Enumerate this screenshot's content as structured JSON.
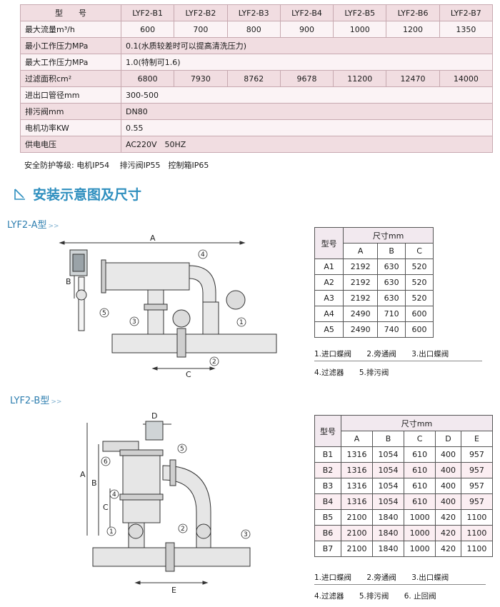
{
  "spec_table": {
    "header": {
      "label": "型　　号",
      "models": [
        "LYF2-B1",
        "LYF2-B2",
        "LYF2-B3",
        "LYF2-B4",
        "LYF2-B5",
        "LYF2-B6",
        "LYF2-B7"
      ]
    },
    "flow": {
      "label": "最大流量m³/h",
      "values": [
        "600",
        "700",
        "800",
        "900",
        "1000",
        "1200",
        "1350"
      ]
    },
    "min_pressure": {
      "label": "最小工作压力MPa",
      "value": "0.1(水质较差时可以提高清洗压力)"
    },
    "max_pressure": {
      "label": "最大工作压力MPa",
      "value": "1.0(特制可1.6)"
    },
    "area": {
      "label": "过滤面积cm²",
      "values": [
        "6800",
        "7930",
        "8762",
        "9678",
        "11200",
        "12470",
        "14000"
      ]
    },
    "pipe": {
      "label": "进出口管径mm",
      "value": "300-500"
    },
    "drain": {
      "label": "排污阀mm",
      "value": "DN80"
    },
    "motor": {
      "label": "电机功率KW",
      "value": "0.55"
    },
    "power": {
      "label": "供电电压",
      "value": "AC220V　50HZ"
    }
  },
  "safety_note": "安全防护等级: 电机IP54　 排污阀IP55　控制箱IP65",
  "section_title": "安装示意图及尺寸",
  "model_a": {
    "label": "LYF2-A型",
    "table_header": {
      "model": "型号",
      "size": "尺寸mm",
      "cols": [
        "A",
        "B",
        "C"
      ]
    },
    "rows": [
      {
        "model": "A1",
        "vals": [
          "2192",
          "630",
          "520"
        ]
      },
      {
        "model": "A2",
        "vals": [
          "2192",
          "630",
          "520"
        ]
      },
      {
        "model": "A3",
        "vals": [
          "2192",
          "630",
          "520"
        ]
      },
      {
        "model": "A4",
        "vals": [
          "2490",
          "710",
          "600"
        ]
      },
      {
        "model": "A5",
        "vals": [
          "2490",
          "740",
          "600"
        ]
      }
    ],
    "legend_line1": [
      "1.进口蝶阀",
      "2.旁通阀",
      "3.出口蝶阀"
    ],
    "legend_line2": [
      "4.过滤器",
      "5.排污阀"
    ],
    "dims": {
      "A": "A",
      "B": "B",
      "C": "C"
    },
    "callouts": [
      "1",
      "2",
      "3",
      "4",
      "5"
    ]
  },
  "model_b": {
    "label": "LYF2-B型",
    "table_header": {
      "model": "型号",
      "size": "尺寸mm",
      "cols": [
        "A",
        "B",
        "C",
        "D",
        "E"
      ]
    },
    "rows": [
      {
        "model": "B1",
        "vals": [
          "1316",
          "1054",
          "610",
          "400",
          "957"
        ]
      },
      {
        "model": "B2",
        "vals": [
          "1316",
          "1054",
          "610",
          "400",
          "957"
        ]
      },
      {
        "model": "B3",
        "vals": [
          "1316",
          "1054",
          "610",
          "400",
          "957"
        ]
      },
      {
        "model": "B4",
        "vals": [
          "1316",
          "1054",
          "610",
          "400",
          "957"
        ]
      },
      {
        "model": "B5",
        "vals": [
          "2100",
          "1840",
          "1000",
          "420",
          "1100"
        ]
      },
      {
        "model": "B6",
        "vals": [
          "2100",
          "1840",
          "1000",
          "420",
          "1100"
        ]
      },
      {
        "model": "B7",
        "vals": [
          "2100",
          "1840",
          "1000",
          "420",
          "1100"
        ]
      }
    ],
    "legend_line1": [
      "1.进口蝶阀",
      "2.旁通阀",
      "3.出口蝶阀"
    ],
    "legend_line2": [
      "4.过滤器",
      "5.排污阀",
      "6. 止回阀"
    ],
    "dims": {
      "A": "A",
      "B": "B",
      "C": "C",
      "D": "D",
      "E": "E"
    },
    "callouts": [
      "1",
      "2",
      "3",
      "4",
      "5",
      "6"
    ]
  },
  "colors": {
    "table_shade": "#f1dde1",
    "accent": "#2f8fbf"
  }
}
